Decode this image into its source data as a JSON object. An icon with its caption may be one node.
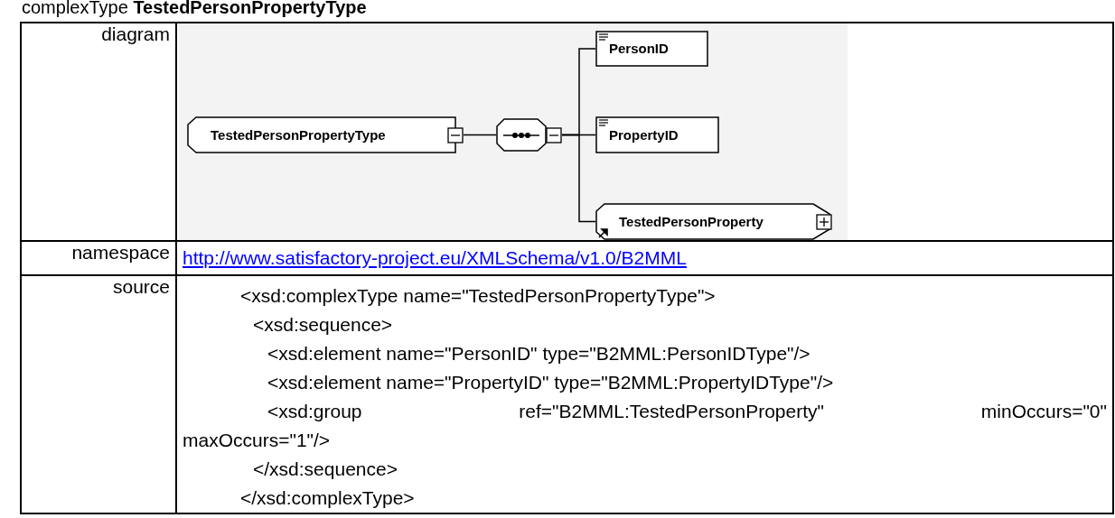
{
  "diagram": {
    "title": "complexType **TestedPersonPropertyType**",
    "nodes": [
      {
        "text": [
          "TestedPersonPropertyType"
        ]
      },
      {
        "text": [],
        "shape": "octagon"
      },
      {
        "text": [
          "PersonID"
        ]
      },
      {
        "text": [
          "PropertyID"
        ]
      },
      {
        "text": [
          "TestedPersonProperty"
        ]
      }
    ],
    "edges": [
      {
        "from": 0,
        "to": 1,
        "arrow": "none"
      },
      {
        "from": 1,
        "to": 2,
        "arrow": "none"
      },
      {
        "from": 1,
        "to": 3,
        "arrow": "none"
      },
      {
        "from": 1,
        "to": 4,
        "arrow": "none"
      }
    ],
    "labels": [
      "diagram",
      "namespace",
      "http://www.satisfactory-project.eu/XMLSchema/v1.0/B2MML",
      "source",
      "<xsd:complexType name=\"TestedPersonPropertyType\">",
      "<xsd:sequence>",
      "<xsd:element name=\"PersonID\" type=\"B2MML:PersonIDType\"/>",
      "<xsd:element name=\"PropertyID\" type=\"B2MML:PropertyIDType\"/>",
      "<xsd:group ref=\"B2MML:TestedPersonProperty\" minOccurs=\"0\" maxOccurs=\"1\"/>",
      "</xsd:sequence>",
      "</xsd:complexType>"
    ]
  }
}
